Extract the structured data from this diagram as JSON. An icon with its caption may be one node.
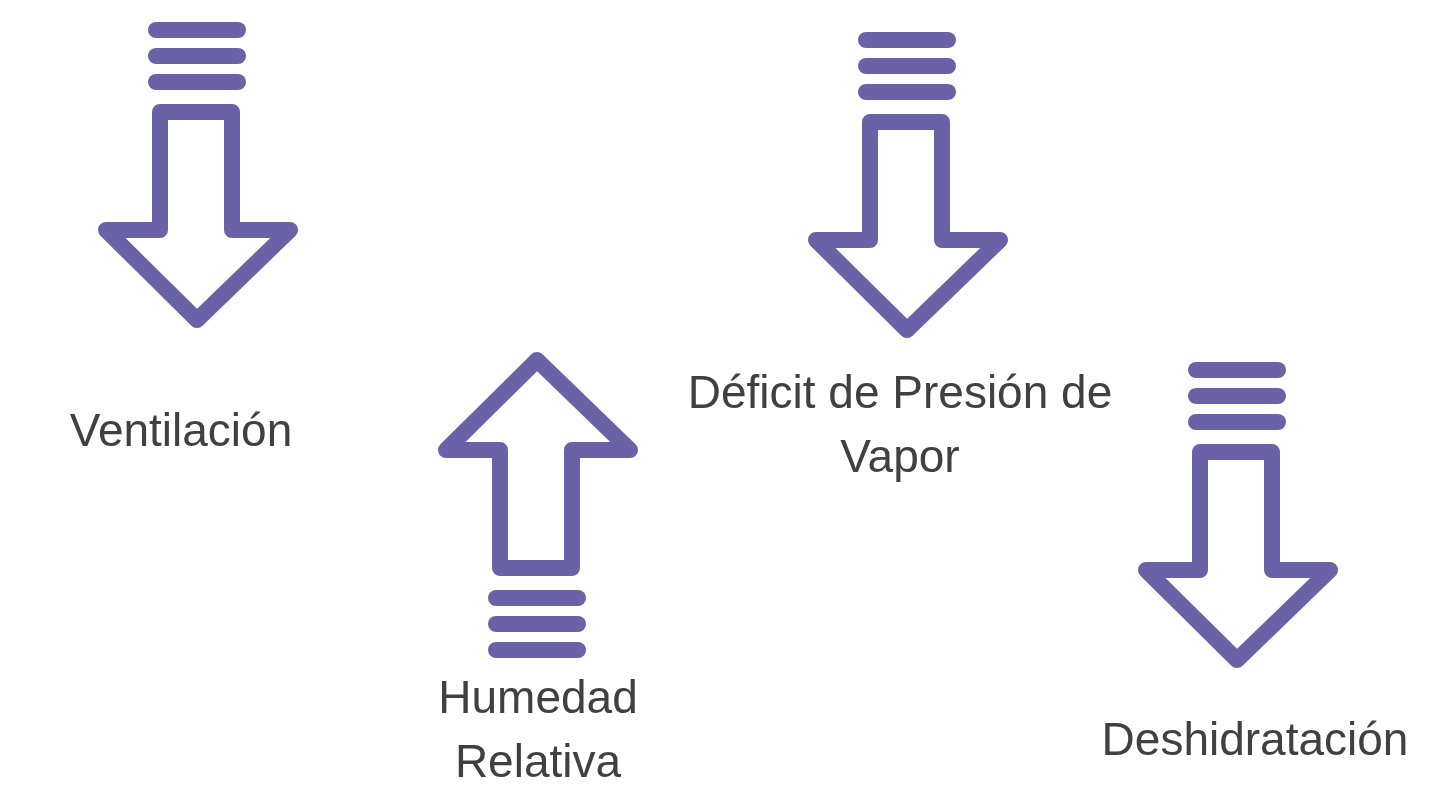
{
  "diagram": {
    "labels": [
      "Ventilación",
      "Humedad Relativa",
      "Déficit de Presión de Vapor",
      "Deshidratación"
    ]
  }
}
